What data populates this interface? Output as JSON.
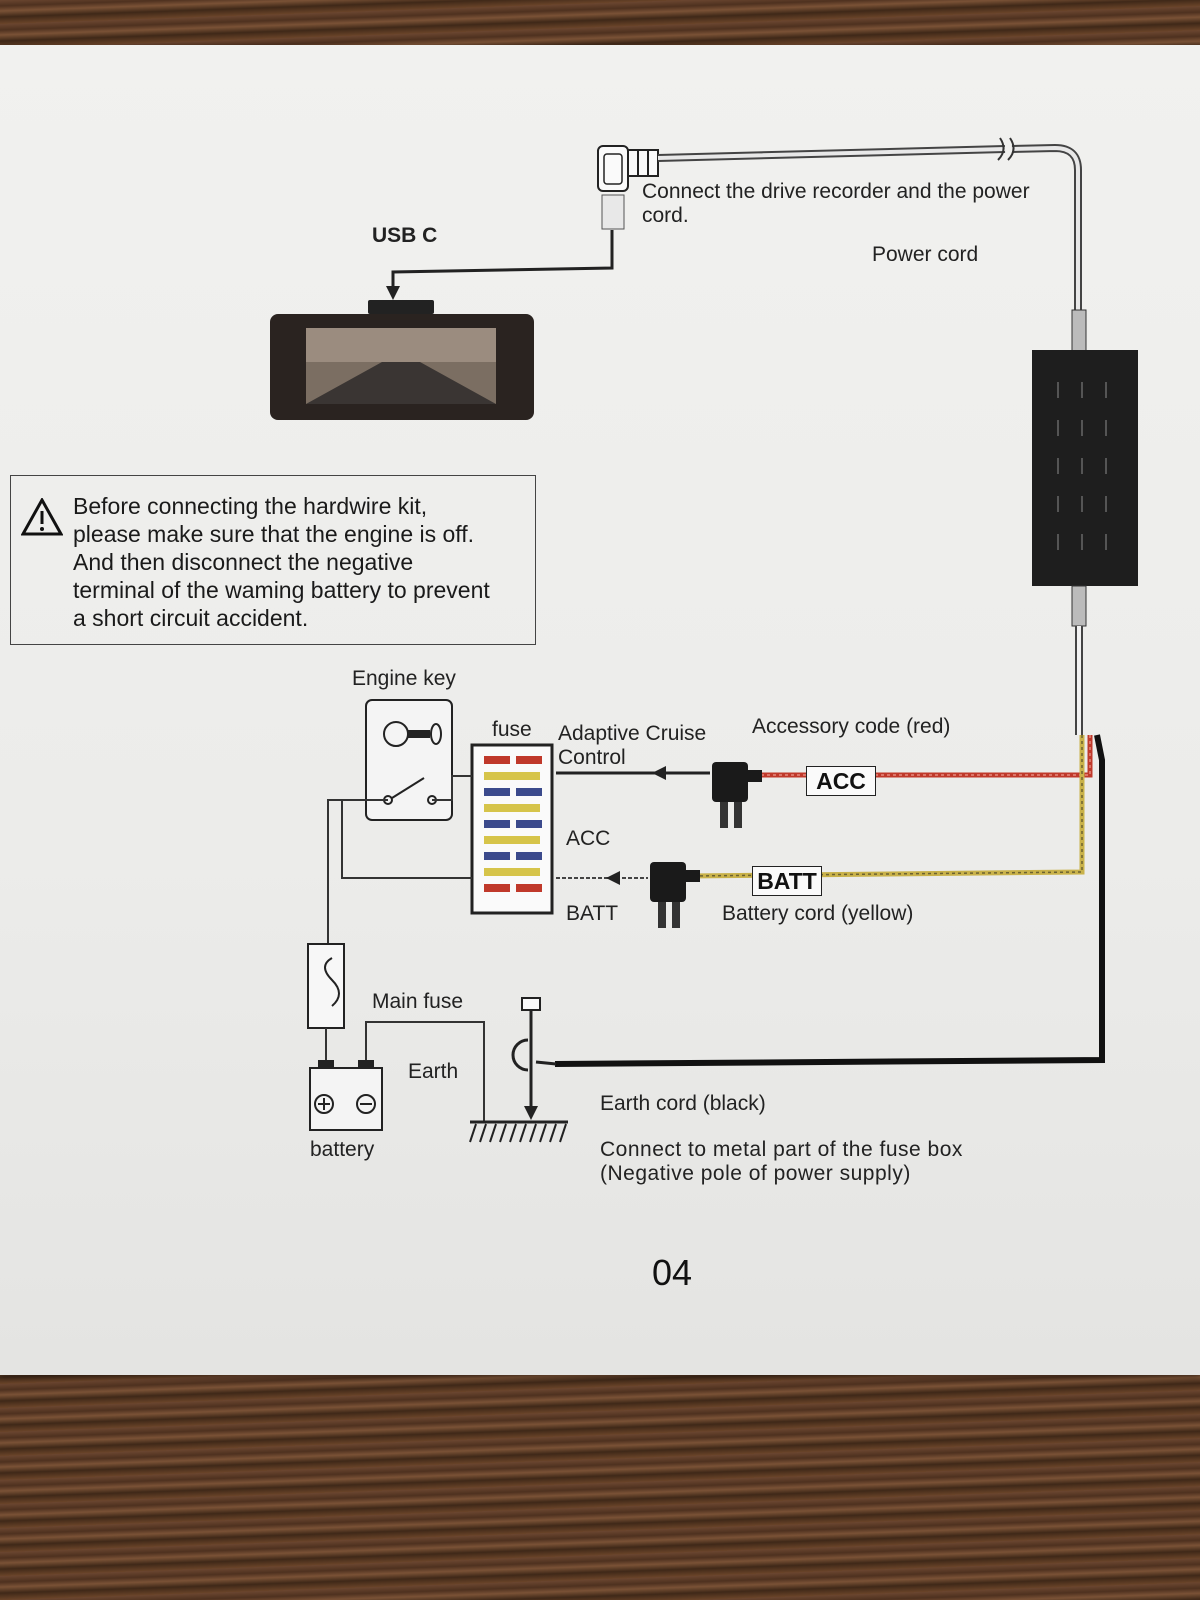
{
  "labels": {
    "usb_c": "USB C",
    "connect_recorder": "Connect the drive recorder and the power cord.",
    "power_cord": "Power cord",
    "engine_key": "Engine key",
    "fuse": "fuse",
    "adaptive_cruise": "Adaptive Cruise Control",
    "accessory_code": "Accessory code (red)",
    "acc_tag": "ACC",
    "acc": "ACC",
    "batt_tag": "BATT",
    "batt": "BATT",
    "battery_cord": "Battery cord (yellow)",
    "main_fuse": "Main fuse",
    "earth": "Earth",
    "battery": "battery",
    "earth_cord": "Earth cord (black)",
    "connect_metal": "Connect to metal part of the fuse box (Negative pole of power supply)"
  },
  "warning": {
    "text": "Before connecting the hardwire kit,\nplease make sure that the engine is off.\nAnd then disconnect the negative\nterminal of the waming battery to prevent\na short circuit accident."
  },
  "page_number": "04",
  "colors": {
    "accessory_wire": "#c0392b",
    "battery_wire": "#c9b24a",
    "earth_wire": "#111111",
    "converter_box": "#1e1e1e"
  },
  "icons": {
    "warning": "warning-triangle-icon",
    "battery_plus": "plus-icon",
    "battery_minus": "minus-icon"
  }
}
